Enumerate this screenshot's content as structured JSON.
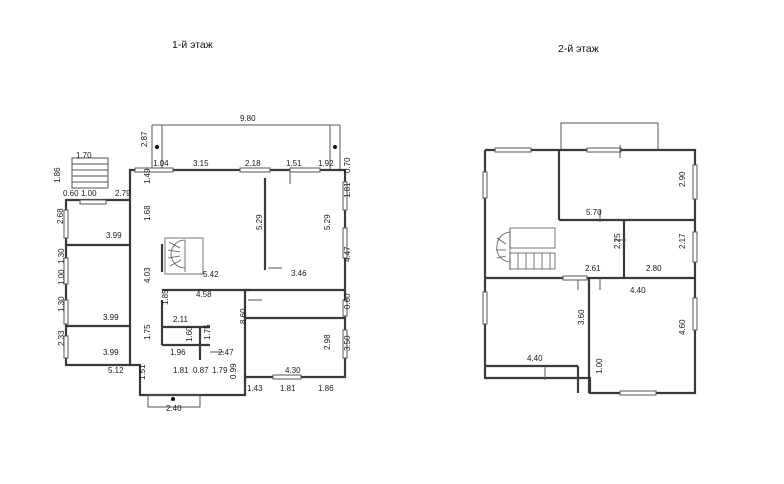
{
  "floor1": {
    "title": "1-й этаж",
    "dims": [
      "9.80",
      "2.87",
      "1.04",
      "3.15",
      "2.18",
      "1.51",
      "1.92",
      "1.70",
      "1.86",
      "0.60",
      "1.00",
      "2.79",
      "1.49",
      "0.70",
      "2.68",
      "1.68",
      "3.99",
      "5.29",
      "1.81",
      "5.29",
      "1.30",
      "1.00",
      "4.03",
      "5.42",
      "4.47",
      "3.46",
      "4.58",
      "1.85",
      "1.30",
      "3.99",
      "2.11",
      "8.60",
      "0.60",
      "2.33",
      "1.75",
      "1.60",
      "1.75",
      "3.99",
      "1.96",
      "2.47",
      "2.98",
      "3.50",
      "5.12",
      "1.81",
      "0.87",
      "1.79",
      "0.99",
      "4.30",
      "1.51",
      "1.43",
      "1.81",
      "1.86",
      "2.40"
    ]
  },
  "floor2": {
    "title": "2-й этаж",
    "dims": [
      "2.90",
      "5.70",
      "2.25",
      "2.17",
      "2.61",
      "2.80",
      "4.40",
      "3.60",
      "4.60",
      "4.40",
      "1.00"
    ]
  }
}
